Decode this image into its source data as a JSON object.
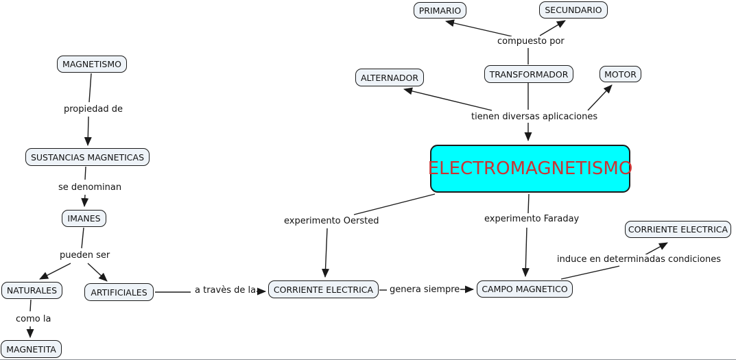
{
  "title": "Mapa conceptual de electromagnetismo",
  "colors": {
    "node_fill": "#eef3f8",
    "node_border": "#1a1a1a",
    "center_fill": "#00ffff",
    "center_text": "#cc3333",
    "line": "#1a1a1a",
    "text": "#111111",
    "background": "#ffffff"
  },
  "nodes": {
    "primario": "PRIMARIO",
    "secundario": "SECUNDARIO",
    "alternador": "ALTERNADOR",
    "transformador": "TRANSFORMADOR",
    "motor": "MOTOR",
    "electromagnetismo": "ELECTROMAGNETISMO",
    "corriente_electrica_superior": "CORRIENTE ELECTRICA",
    "magnetismo": "MAGNETISMO",
    "sustancias_magneticas": "SUSTANCIAS MAGNETICAS",
    "imanes": "IMANES",
    "naturales": "NATURALES",
    "artificiales": "ARTIFICIALES",
    "magnetita": "MAGNETITA",
    "corriente_electrica_inferior": "CORRIENTE ELECTRICA",
    "campo_magnetico": "CAMPO MAGNETICO"
  },
  "labels": {
    "compuesto_por": "compuesto por",
    "tienen_diversas_aplicaciones": "tienen diversas aplicaciones",
    "experimento_oersted": "experimento Oersted",
    "experimento_faraday": "experimento Faraday",
    "induce_en_determinadas_condiciones": "induce en determinadas condiciones",
    "propiedad_de": "propiedad de",
    "se_denominan": "se denominan",
    "pueden_ser": "pueden ser",
    "como_la": "como la",
    "a_traves_de_la": "a travès de la",
    "genera_siempre": "genera siempre"
  }
}
